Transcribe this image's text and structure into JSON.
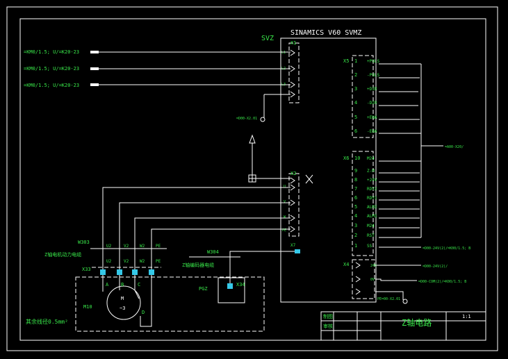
{
  "title_block": {
    "row1_label": "制图",
    "row2_label": "审核",
    "drawing_title": "Z轴电路",
    "scale": "1:1"
  },
  "drive": {
    "module_label": "SVZ",
    "model": "SINAMICS V60  SVMZ",
    "x1": "X1",
    "x1_pins": [
      "L1",
      "L2",
      "L3"
    ],
    "x2": "X2",
    "x2_pins": [
      "U",
      "V",
      "W",
      "PE"
    ],
    "x5": "X5",
    "x5_pins": [
      {
        "num": "1",
        "label": "+PULS"
      },
      {
        "num": "2",
        "label": "-PULS"
      },
      {
        "num": "3",
        "label": "+DIR"
      },
      {
        "num": "4",
        "label": "-DIR"
      },
      {
        "num": "5",
        "label": "+ENA"
      },
      {
        "num": "6",
        "label": "-ENA"
      }
    ],
    "x6": "X6",
    "x6_pins": [
      {
        "num": "10",
        "label": "M24"
      },
      {
        "num": "9",
        "label": "Z-M"
      },
      {
        "num": "8",
        "label": "+24V"
      },
      {
        "num": "7",
        "label": "RDY2"
      },
      {
        "num": "6",
        "label": "RDY1"
      },
      {
        "num": "5",
        "label": "ALM2"
      },
      {
        "num": "4",
        "label": "ALM1"
      },
      {
        "num": "3",
        "label": "M24"
      },
      {
        "num": "2",
        "label": "RST"
      },
      {
        "num": "1",
        "label": "SS"
      }
    ],
    "x4": "X4",
    "x4_pins": [
      "24V",
      "0V"
    ]
  },
  "inputs": {
    "lines": [
      "=KM0/1.5; U/=K20-23",
      "=KM0/1.5; U/=K20-23",
      "=KM0/1.5; U/=K20-23"
    ],
    "ground_ref": "=D00-X2.01"
  },
  "right_refs": {
    "x5_bundle": "=A00-X20/",
    "x6_bus": "=D00-24V(2)/=K00/1.5; B",
    "x4_24v": "=D00-24V(2)/",
    "x4_0v": "=D00-COM(2)/=K00/1.5; B",
    "pe": "PE=00-X2.01"
  },
  "cables": {
    "w303": "W303",
    "power_cable": "Z轴电机动力电缆",
    "w304": "W304",
    "encoder_cable": "Z轴编码器电缆",
    "x7": "X7"
  },
  "connector_x33": {
    "tag": "X33",
    "pins_top": [
      "U2",
      "V2",
      "W2",
      "PE"
    ],
    "pins_bottom": [
      "U2",
      "V2",
      "W2",
      "PE"
    ]
  },
  "motor": {
    "tag": "M10",
    "letter": "M",
    "phase": "~3",
    "terminals": [
      "A",
      "B",
      "C",
      "D"
    ],
    "encoder_tag": "PGZ",
    "encoder_conn": "X34"
  },
  "note": "其余线径0.5mm²"
}
